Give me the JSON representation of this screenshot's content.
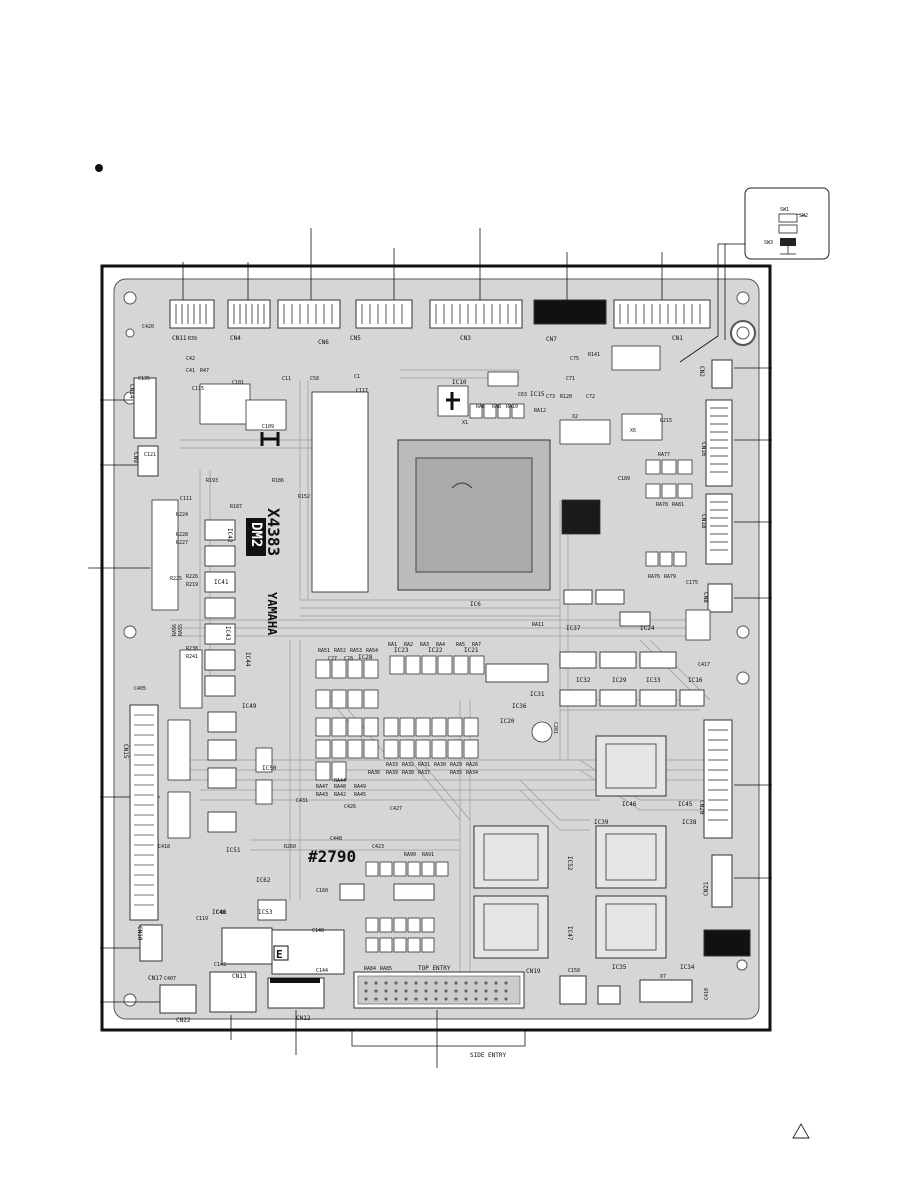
{
  "board": {
    "model_text": "X4383",
    "name_text": "DM2",
    "brand_text": "YAMAHA",
    "serial_text": "#2790",
    "top_entry_label": "TOP ENTRY",
    "side_entry_label": "SIDE ENTRY",
    "marker_e": "E"
  },
  "switch_inset": {
    "sw1": "SW1",
    "sw2": "SW2",
    "sw3": "SW3"
  },
  "connectors": {
    "cn11": "CN11",
    "cn4": "CN4",
    "cn6": "CN6",
    "cn5": "CN5",
    "cn3": "CN3",
    "cn7": "CN7",
    "cn1": "CN1",
    "cn2": "CN2",
    "cn16": "CN16",
    "cn18": "CN18",
    "cn8": "CN8",
    "cn20": "CN20",
    "cn21": "CN21",
    "cn15": "CN15",
    "cn17": "CN17",
    "cn22": "CN22",
    "cn13": "CN13",
    "cn12": "CN12",
    "cn19": "CN19",
    "cn10": "CN10",
    "cn9": "CN9",
    "cn14": "CN14"
  },
  "ics": {
    "ic6": "IC6",
    "ic10": "IC10",
    "ic42": "IC42",
    "ic41": "IC41",
    "ic43": "IC43",
    "ic44": "IC44",
    "ic49": "IC49",
    "ic50": "IC50",
    "ic51": "IC51",
    "ic53": "IC53",
    "ic23": "IC23",
    "ic22": "IC22",
    "ic21": "IC21",
    "ic37": "IC37",
    "ic24": "IC24",
    "ic32": "IC32",
    "ic29": "IC29",
    "ic33": "IC33",
    "ic16": "IC16",
    "ic31": "IC31",
    "ic36": "IC36",
    "ic20": "IC20",
    "ic46": "IC46",
    "ic45": "IC45",
    "ic39": "IC39",
    "ic38": "IC38",
    "ic52": "IC52",
    "ic47": "IC47",
    "ic35": "IC35",
    "ic34": "IC34",
    "ic48": "IC48",
    "ic62": "IC62",
    "ic15": "IC15",
    "ic28": "IC28"
  },
  "components": {
    "c420": "C420",
    "r39": "R39",
    "c135": "C135",
    "c42": "C42",
    "c41": "C41",
    "r47": "R47",
    "c115": "C115",
    "c101": "C101",
    "c11": "C11",
    "c58": "C58",
    "c1": "C1",
    "c117": "C117",
    "c109": "C109",
    "r186": "R186",
    "r152": "R152",
    "c121": "C121",
    "c111": "C111",
    "r193": "R193",
    "r187": "R187",
    "r225": "R225",
    "r226": "R226",
    "r219": "R219",
    "r224": "R224",
    "r228": "R228",
    "r227": "R227",
    "c63": "C63",
    "c73": "C73",
    "r120": "R120",
    "c72": "C72",
    "c75": "C75",
    "r141": "R141",
    "c71": "C71",
    "ra12": "RA12",
    "x2": "X2",
    "x6": "X6",
    "r215": "R215",
    "ra77": "RA77",
    "ra6": "RA6",
    "ra8": "RA8",
    "ra10": "RA10",
    "c189": "C189",
    "ra78": "RA78",
    "ra81": "RA81",
    "c175": "C175",
    "ra76": "RA76",
    "ra79": "RA79",
    "c417": "C417",
    "ra1": "RA1",
    "ra2": "RA2",
    "ra3": "RA3",
    "ra4": "RA4",
    "ra5": "RA5",
    "ra7": "RA7",
    "ra51": "RA51",
    "ra52": "RA52",
    "ra53": "RA53",
    "ra54": "RA54",
    "c27": "C27",
    "c28": "C28",
    "r238": "R238",
    "r241": "R241",
    "c405": "C405",
    "ra33": "RA33",
    "ra32": "RA32",
    "ra31": "RA31",
    "ra30": "RA30",
    "ra29": "RA29",
    "ra26": "RA26",
    "ra36": "RA36",
    "ra39": "RA39",
    "ra38": "RA38",
    "ra37": "RA37",
    "ra35": "RA35",
    "ra34": "RA34",
    "ra47": "RA47",
    "ra44": "RA44",
    "ra48": "RA48",
    "ra43": "RA43",
    "ra42": "RA42",
    "ra49": "RA49",
    "ra45": "RA45",
    "c426": "C426",
    "c427": "C427",
    "c431": "C431",
    "c448": "C448",
    "c423": "C423",
    "ra90": "RA90",
    "ra91": "RA91",
    "c418": "C418",
    "r260": "R260",
    "c48": "C48",
    "c160": "C160",
    "c119": "C119",
    "c407": "C407",
    "c143": "C143",
    "c148": "C148",
    "c144": "C144",
    "ra84": "RA84",
    "ra85": "RA85",
    "c158": "C158",
    "x7": "X7",
    "c410": "C410",
    "ra55": "RA55",
    "ra56": "RA56",
    "ra11": "RA11",
    "x1": "X1",
    "c201": "C201"
  }
}
